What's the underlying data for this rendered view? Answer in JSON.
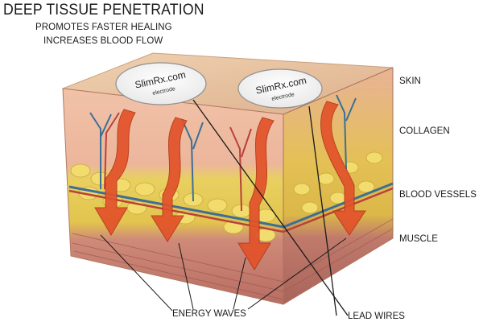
{
  "title": "DEEP TISSUE PENETRATION",
  "subtitle_lines": [
    "PROMOTES FASTER HEALING",
    "INCREASES BLOOD FLOW"
  ],
  "layers": {
    "skin": "SKIN",
    "collagen": "COLLAGEN",
    "blood_vessels": "BLOOD VESSELS",
    "muscle": "MUSCLE"
  },
  "electrodes": [
    {
      "brand": "SlimRx.com",
      "caption": "electrode"
    },
    {
      "brand": "SlimRx.com",
      "caption": "electrode"
    }
  ],
  "callouts": {
    "energy_waves": "ENERGY WAVES",
    "lead_wires": "LEAD WIRES"
  },
  "colors": {
    "skin_top": "#e9c8a6",
    "collagen": "#efbfa8",
    "fat": "#e7cf5a",
    "muscle": "#c98476",
    "arrow": "#e2522a"
  }
}
